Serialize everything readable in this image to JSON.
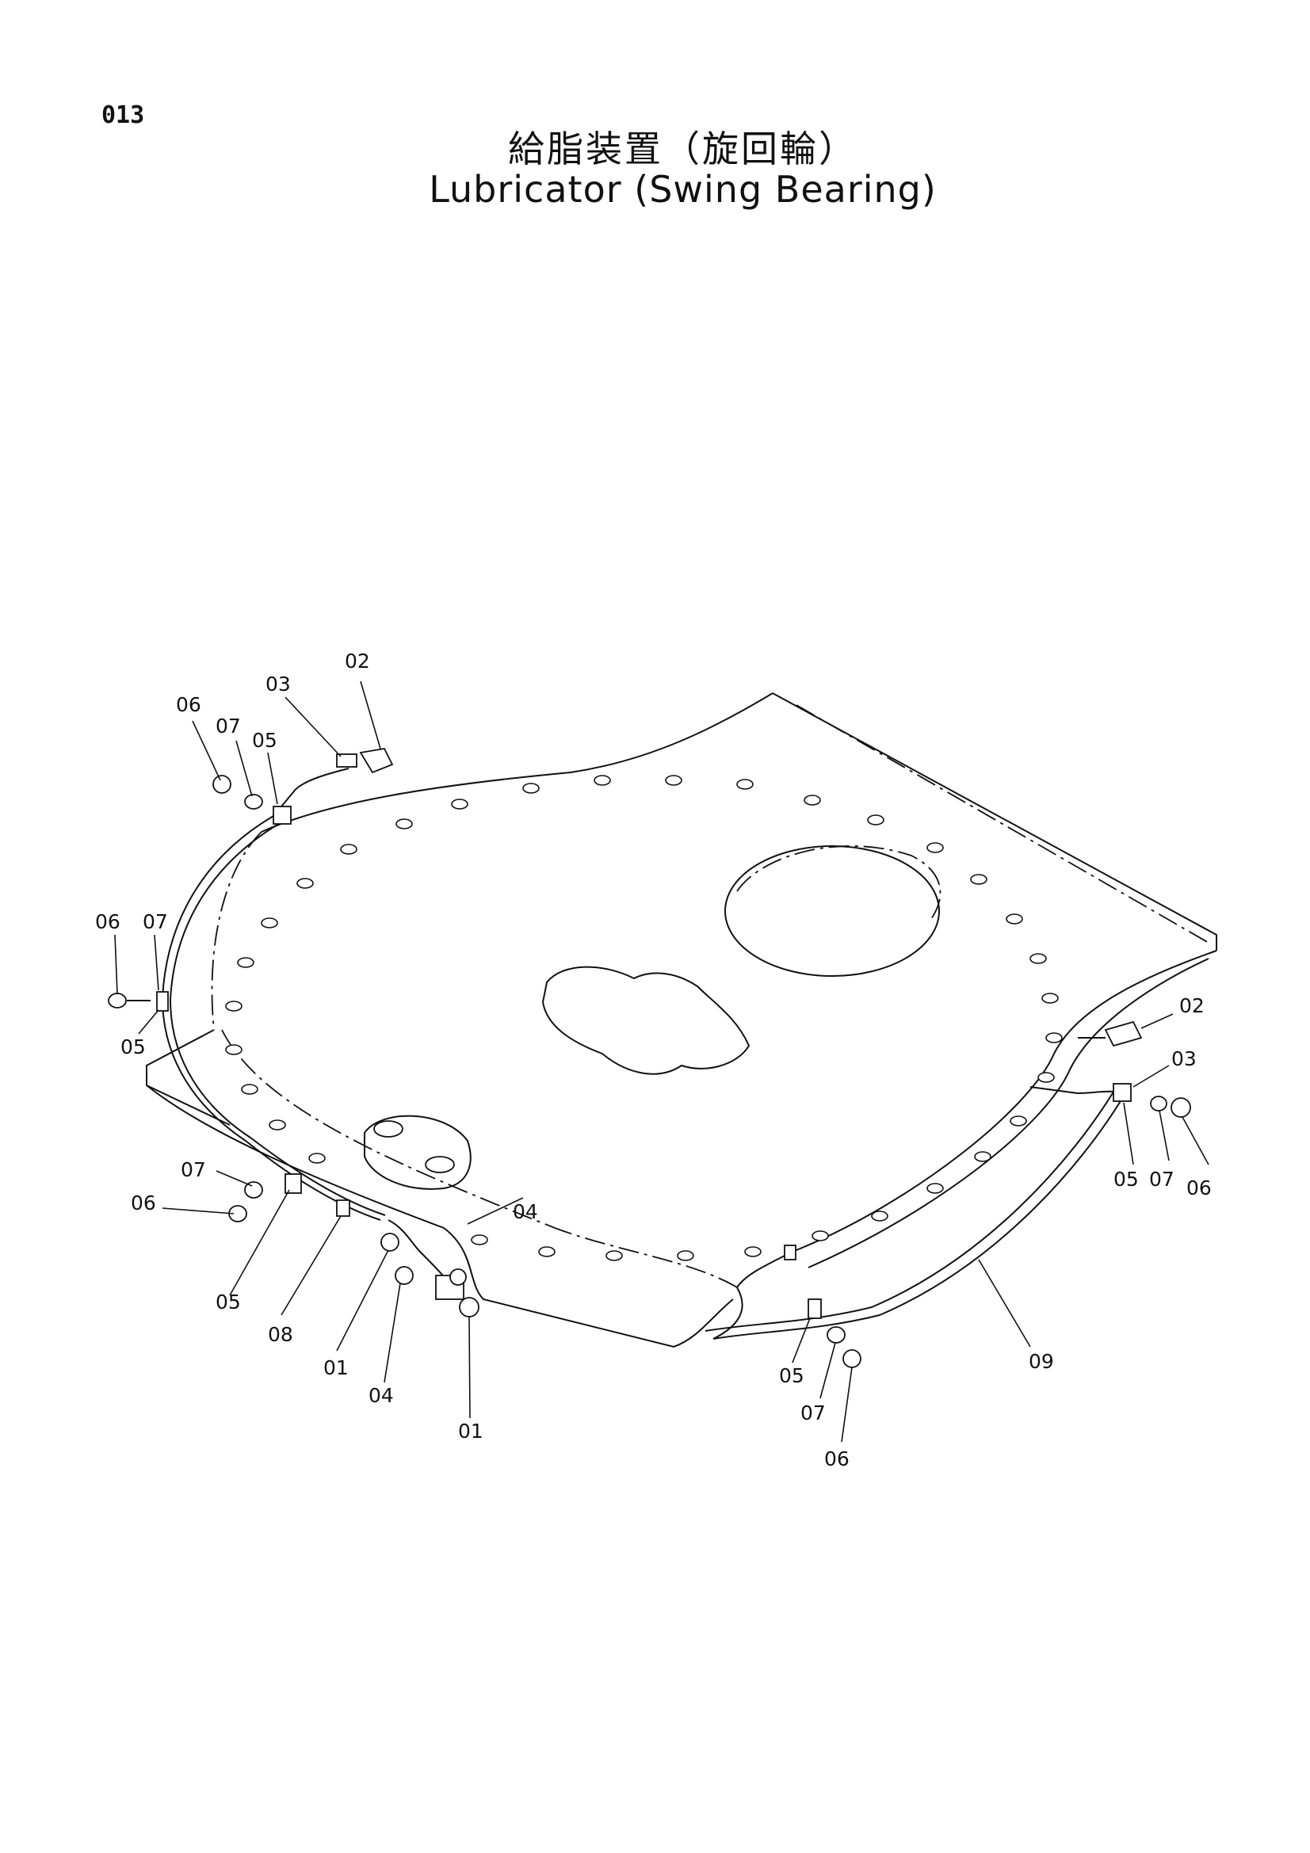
{
  "page_number": "013",
  "title_jp": "給脂装置（旋回輪）",
  "title_en": "Lubricator (Swing Bearing)",
  "callouts": [
    {
      "id": "c1",
      "text": "02"
    },
    {
      "id": "c2",
      "text": "03"
    },
    {
      "id": "c3",
      "text": "06"
    },
    {
      "id": "c4",
      "text": "07"
    },
    {
      "id": "c5",
      "text": "05"
    },
    {
      "id": "c6",
      "text": "06"
    },
    {
      "id": "c7",
      "text": "07"
    },
    {
      "id": "c8",
      "text": "05"
    },
    {
      "id": "c9",
      "text": "02"
    },
    {
      "id": "c10",
      "text": "03"
    },
    {
      "id": "c11",
      "text": "05"
    },
    {
      "id": "c12",
      "text": "07"
    },
    {
      "id": "c13",
      "text": "06"
    },
    {
      "id": "c14",
      "text": "07"
    },
    {
      "id": "c15",
      "text": "06"
    },
    {
      "id": "c16",
      "text": "05"
    },
    {
      "id": "c17",
      "text": "08"
    },
    {
      "id": "c18",
      "text": "01"
    },
    {
      "id": "c19",
      "text": "04"
    },
    {
      "id": "c20",
      "text": "04"
    },
    {
      "id": "c21",
      "text": "01"
    },
    {
      "id": "c22",
      "text": "09"
    },
    {
      "id": "c23",
      "text": "05"
    },
    {
      "id": "c24",
      "text": "07"
    },
    {
      "id": "c25",
      "text": "06"
    }
  ]
}
